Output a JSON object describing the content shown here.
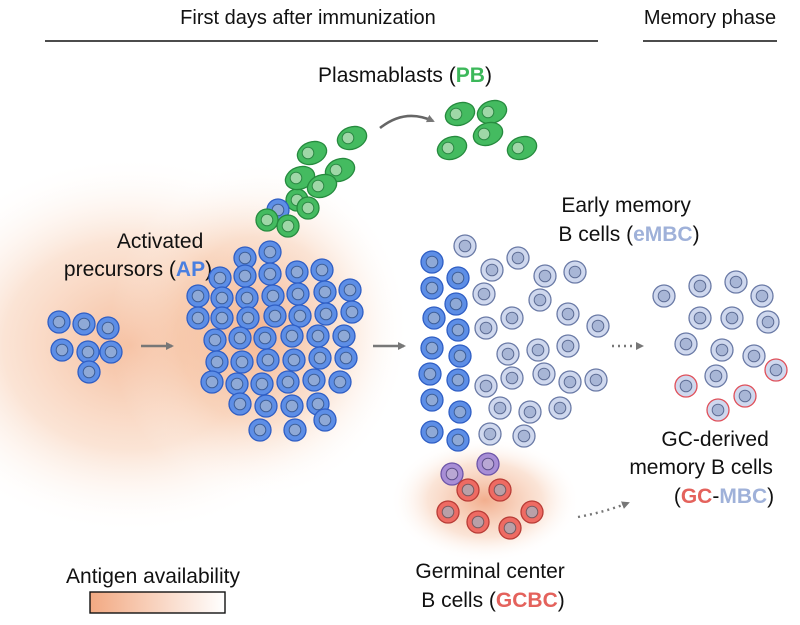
{
  "header": {
    "early_phase": "First days after immunization",
    "memory_phase": "Memory phase"
  },
  "labels": {
    "plasmablasts": {
      "name": "Plasmablasts",
      "abbr": "PB"
    },
    "activated_precursors": {
      "line1": "Activated",
      "line2": "precursors",
      "abbr": "AP"
    },
    "early_memory": {
      "line1": "Early memory",
      "line2": "B cells",
      "abbr": "eMBC"
    },
    "gc_derived": {
      "line1": "GC-derived",
      "line2": "memory B cells",
      "abbr_gc": "GC",
      "dash": "-",
      "abbr_mbc": "MBC"
    },
    "germinal_center": {
      "line1": "Germinal center",
      "line2": "B cells",
      "abbr": "GCBC"
    },
    "antigen": "Antigen availability"
  },
  "colors": {
    "pb": "#3cb85a",
    "ap": "#4a7fe0",
    "embc": "#9fb1d9",
    "gcbc": "#e4625c",
    "antigen": "#f4b48a"
  },
  "icons": [
    "arrow-icon",
    "dotted-arrow-icon",
    "curved-arrow-icon"
  ]
}
